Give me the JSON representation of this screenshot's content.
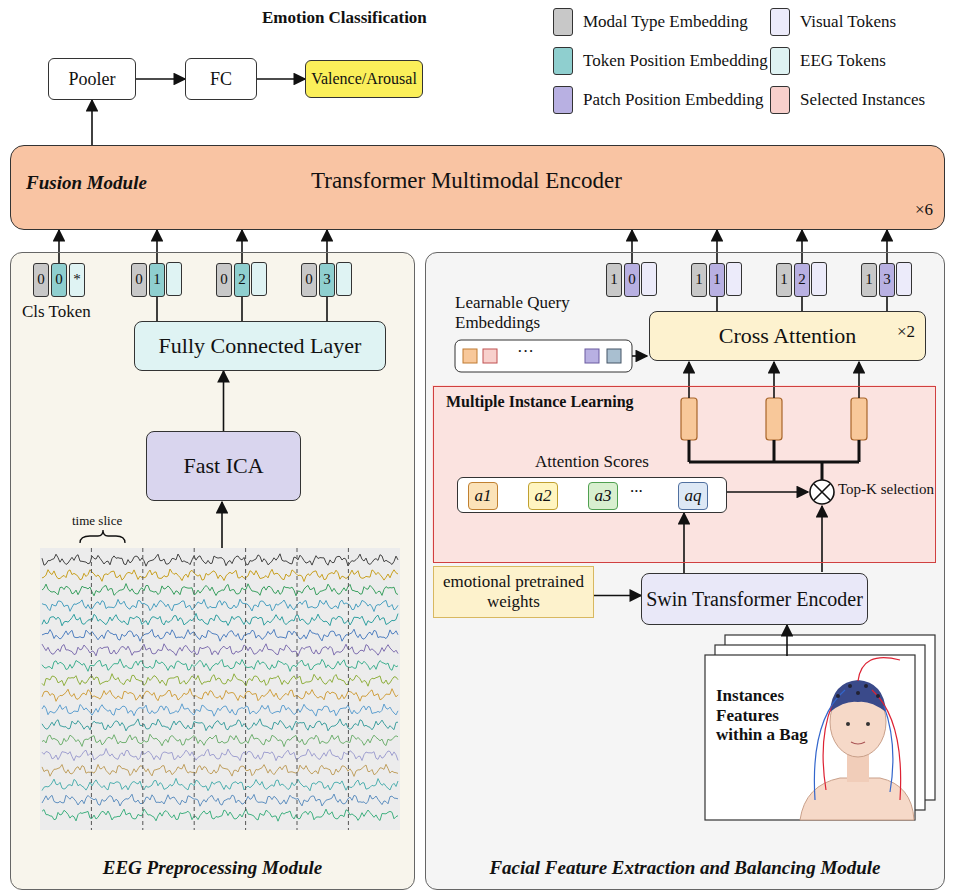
{
  "diagram": {
    "nodes": [
      {
        "text": [
          "Pooler"
        ]
      },
      {
        "text": [
          "FC"
        ]
      },
      {
        "text": [
          "Valence/Arousal"
        ]
      },
      {
        "text": [
          "Fusion Module",
          "Transformer Multimodal Encoder"
        ]
      },
      {
        "text": [
          "EEG Preprocessing Module"
        ]
      },
      {
        "text": [
          "Fully Connected Layer"
        ],
        "in": 4
      },
      {
        "text": [
          "Fast ICA"
        ],
        "in": 4
      },
      {
        "text": [
          "0"
        ],
        "in": 4
      },
      {
        "text": [
          "0"
        ],
        "in": 4
      },
      {
        "text": [
          "*"
        ],
        "in": 4
      },
      {
        "text": [
          "0"
        ],
        "in": 4
      },
      {
        "text": [
          "1"
        ],
        "in": 4
      },
      {
        "text": [
          "0"
        ],
        "in": 4
      },
      {
        "text": [
          "2"
        ],
        "in": 4
      },
      {
        "text": [
          "0"
        ],
        "in": 4
      },
      {
        "text": [
          "3"
        ],
        "in": 4
      },
      {
        "text": [
          "Facial Feature Extraction and Balancing Module"
        ]
      },
      {
        "text": [
          "1"
        ],
        "in": 16
      },
      {
        "text": [
          "0"
        ],
        "in": 16
      },
      {
        "text": [
          "1"
        ],
        "in": 16
      },
      {
        "text": [
          "1"
        ],
        "in": 16
      },
      {
        "text": [
          "1"
        ],
        "in": 16
      },
      {
        "text": [
          "2"
        ],
        "in": 16
      },
      {
        "text": [
          "1"
        ],
        "in": 16
      },
      {
        "text": [
          "3"
        ],
        "in": 16
      },
      {
        "text": [
          "Cross Attention"
        ],
        "in": 16
      },
      {
        "text": [
          "Multiple Instance Learning"
        ],
        "in": 16
      },
      {
        "text": [
          "Attention Scores"
        ],
        "in": 26
      },
      {
        "text": [
          "a1"
        ],
        "in": 27
      },
      {
        "text": [
          "a2"
        ],
        "in": 27
      },
      {
        "text": [
          "a3"
        ],
        "in": 27
      },
      {
        "text": [
          "aq"
        ],
        "in": 27
      },
      {
        "text": [
          "Swin Transformer Encoder"
        ],
        "in": 16
      },
      {
        "text": [
          "emotional pretrained weights"
        ],
        "in": 16
      },
      {
        "text": [
          "Instances Features within a Bag"
        ],
        "in": 16
      }
    ],
    "edges": [
      {
        "from": 3,
        "to": 0,
        "arrow": "to"
      },
      {
        "from": 0,
        "to": 1,
        "arrow": "to"
      },
      {
        "from": 1,
        "to": 2,
        "arrow": "to"
      },
      {
        "from": 8,
        "to": 3,
        "arrow": "to"
      },
      {
        "from": 11,
        "to": 3,
        "arrow": "to"
      },
      {
        "from": 13,
        "to": 3,
        "arrow": "to"
      },
      {
        "from": 15,
        "to": 3,
        "arrow": "to"
      },
      {
        "from": 18,
        "to": 3,
        "arrow": "to"
      },
      {
        "from": 20,
        "to": 3,
        "arrow": "to"
      },
      {
        "from": 22,
        "to": 3,
        "arrow": "to"
      },
      {
        "from": 24,
        "to": 3,
        "arrow": "to"
      },
      {
        "from": 5,
        "to": 11,
        "arrow": "none"
      },
      {
        "from": 5,
        "to": 13,
        "arrow": "none"
      },
      {
        "from": 5,
        "to": 15,
        "arrow": "none"
      },
      {
        "from": 6,
        "to": 5,
        "arrow": "to"
      },
      {
        "from": 25,
        "to": 20,
        "arrow": "none"
      },
      {
        "from": 25,
        "to": 22,
        "arrow": "none"
      },
      {
        "from": 25,
        "to": 24,
        "arrow": "none"
      },
      {
        "from": 32,
        "to": 27,
        "arrow": "to"
      },
      {
        "from": 33,
        "to": 32,
        "arrow": "to"
      },
      {
        "from": 34,
        "to": 32,
        "arrow": "to"
      }
    ],
    "labels": [
      "Emotion Classification",
      "×6",
      "Cls Token",
      "time slice",
      "Learnable Query Embeddings",
      "···",
      "×2",
      "...",
      "Top-K selection"
    ],
    "legend": [
      {
        "text": "Modal Type Embedding",
        "color": "#c8c8c8"
      },
      {
        "text": "Token Position Embedding",
        "color": "#8fcfcf"
      },
      {
        "text": "Patch Position Embedding",
        "color": "#b8b0e2"
      },
      {
        "text": "Visual Tokens",
        "color": "#ecebfa"
      },
      {
        "text": "EEG Tokens",
        "color": "#dff3f3"
      },
      {
        "text": "Selected Instances",
        "color": "#f8d0cc"
      }
    ]
  }
}
